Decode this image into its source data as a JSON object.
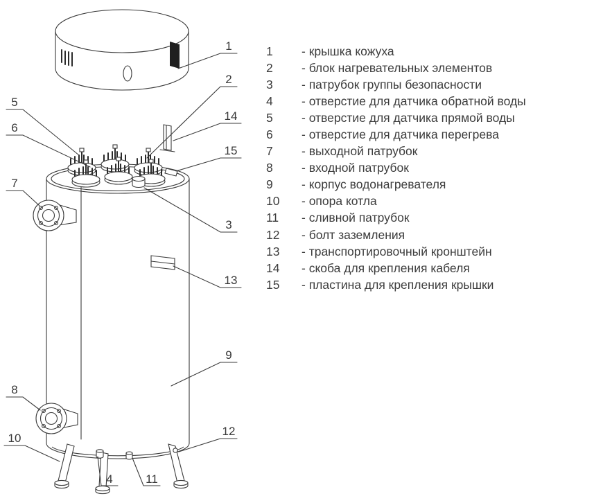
{
  "style": {
    "line_color": "#3a3a3a",
    "text_color": "#3c3c3c",
    "vent_fill": "#1f1f1f",
    "background": "#ffffff"
  },
  "legend": {
    "items": [
      {
        "num": "1",
        "label": "- крышка кожуха"
      },
      {
        "num": "2",
        "label": "- блок нагревательных элементов"
      },
      {
        "num": "3",
        "label": "- патрубок группы безопасности"
      },
      {
        "num": "4",
        "label": "- отверстие для датчика обратной воды"
      },
      {
        "num": "5",
        "label": "- отверстие для датчика прямой воды"
      },
      {
        "num": "6",
        "label": "- отверстие для датчика перегрева"
      },
      {
        "num": "7",
        "label": "- выходной патрубок"
      },
      {
        "num": "8",
        "label": "- входной патрубок"
      },
      {
        "num": "9",
        "label": "- корпус водонагревателя"
      },
      {
        "num": "10",
        "label": "- опора котла"
      },
      {
        "num": "11",
        "label": "- сливной патрубок"
      },
      {
        "num": "12",
        "label": "- болт заземления"
      },
      {
        "num": "13",
        "label": "- транспортировочный кронштейн"
      },
      {
        "num": "14",
        "label": "- скоба для крепления кабеля"
      },
      {
        "num": "15",
        "label": "- пластина для крепления крышки"
      }
    ]
  }
}
